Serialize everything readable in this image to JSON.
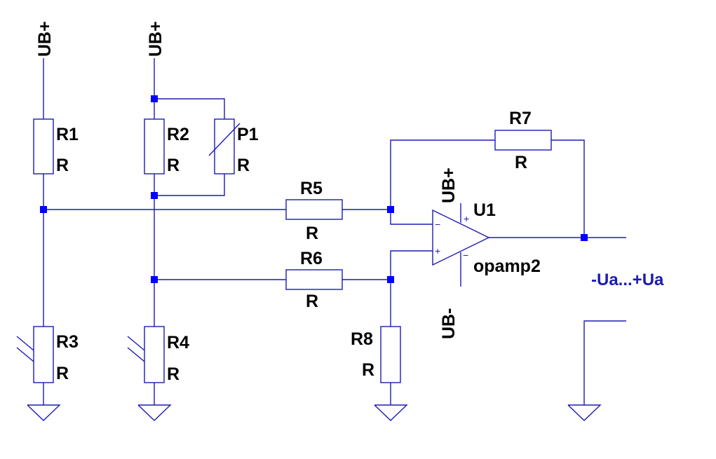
{
  "net_labels": {
    "ub_plus": "UB+",
    "ub_minus": "UB-"
  },
  "components": {
    "r1": {
      "name": "R1",
      "value": "R"
    },
    "r2": {
      "name": "R2",
      "value": "R"
    },
    "p1": {
      "name": "P1",
      "value": "R"
    },
    "r3": {
      "name": "R3",
      "value": "R"
    },
    "r4": {
      "name": "R4",
      "value": "R"
    },
    "r5": {
      "name": "R5",
      "value": "R"
    },
    "r6": {
      "name": "R6",
      "value": "R"
    },
    "r7": {
      "name": "R7",
      "value": "R"
    },
    "r8": {
      "name": "R8",
      "value": "R"
    },
    "u1": {
      "name": "U1",
      "value": "opamp2",
      "pin_inverting": "−",
      "pin_noninverting": "+",
      "pin_vplus": "+",
      "pin_vminus": "−"
    }
  },
  "output_port": "-Ua...+Ua",
  "colors": {
    "wire": "#1b1bb4",
    "junction": "#0000ff",
    "label_text": "#000000",
    "port_text": "#1b1bb4",
    "background": "#ffffff"
  }
}
